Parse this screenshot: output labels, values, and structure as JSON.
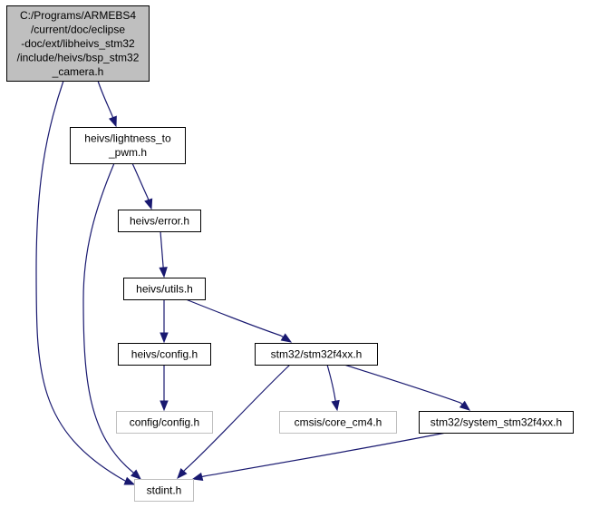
{
  "graph": {
    "nodes": [
      {
        "id": "root",
        "lines": [
          "C:/Programs/ARMEBS4",
          "/current/doc/eclipse",
          "-doc/ext/libheivs_stm32",
          "/include/heivs/bsp_stm32",
          "_camera.h"
        ],
        "kind": "root"
      },
      {
        "id": "lightness",
        "lines": [
          "heivs/lightness_to",
          "_pwm.h"
        ],
        "kind": "normal"
      },
      {
        "id": "error",
        "lines": [
          "heivs/error.h"
        ],
        "kind": "normal"
      },
      {
        "id": "utils",
        "lines": [
          "heivs/utils.h"
        ],
        "kind": "normal"
      },
      {
        "id": "config",
        "lines": [
          "heivs/config.h"
        ],
        "kind": "normal"
      },
      {
        "id": "stm32f4xx",
        "lines": [
          "stm32/stm32f4xx.h"
        ],
        "kind": "normal"
      },
      {
        "id": "configconfig",
        "lines": [
          "config/config.h"
        ],
        "kind": "external"
      },
      {
        "id": "corecm4",
        "lines": [
          "cmsis/core_cm4.h"
        ],
        "kind": "external"
      },
      {
        "id": "system",
        "lines": [
          "stm32/system_stm32f4xx.h"
        ],
        "kind": "normal"
      },
      {
        "id": "stdint",
        "lines": [
          "stdint.h"
        ],
        "kind": "external"
      }
    ],
    "edges": [
      {
        "from": "root",
        "to": "lightness"
      },
      {
        "from": "root",
        "to": "stdint"
      },
      {
        "from": "lightness",
        "to": "error"
      },
      {
        "from": "lightness",
        "to": "stdint"
      },
      {
        "from": "error",
        "to": "utils"
      },
      {
        "from": "utils",
        "to": "config"
      },
      {
        "from": "utils",
        "to": "stm32f4xx"
      },
      {
        "from": "config",
        "to": "configconfig"
      },
      {
        "from": "stm32f4xx",
        "to": "stdint"
      },
      {
        "from": "stm32f4xx",
        "to": "corecm4"
      },
      {
        "from": "stm32f4xx",
        "to": "system"
      },
      {
        "from": "system",
        "to": "stdint"
      }
    ],
    "colors": {
      "edge": "#191970",
      "root_fill": "#bfbfbf",
      "external_border": "#bfbfbf",
      "node_border": "#000000"
    }
  }
}
